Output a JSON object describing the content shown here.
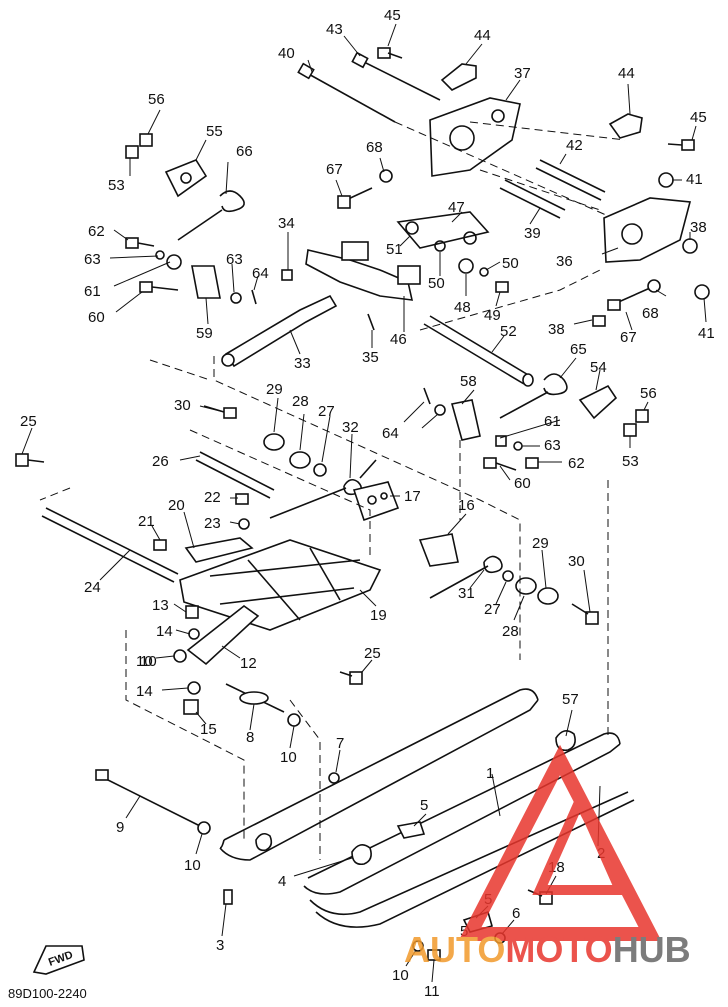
{
  "diagram": {
    "code": "89D100-2240",
    "fwd_label": "FWD",
    "watermark": {
      "part1": "AUTO",
      "part2": "MOTO",
      "part3": "HUB",
      "color_red": "#e8362d",
      "color_orange": "#f19a2b",
      "color_dark": "#666666"
    },
    "labels": [
      "1",
      "2",
      "3",
      "4",
      "5",
      "5",
      "5",
      "6",
      "7",
      "8",
      "9",
      "10",
      "10",
      "10",
      "10",
      "10",
      "11",
      "12",
      "13",
      "14",
      "14",
      "15",
      "16",
      "17",
      "18",
      "19",
      "20",
      "21",
      "22",
      "23",
      "24",
      "25",
      "25",
      "26",
      "27",
      "27",
      "28",
      "28",
      "29",
      "29",
      "30",
      "30",
      "31",
      "32",
      "33",
      "34",
      "35",
      "36",
      "37",
      "38",
      "38",
      "39",
      "40",
      "41",
      "41",
      "42",
      "43",
      "44",
      "44",
      "45",
      "45",
      "46",
      "47",
      "48",
      "49",
      "50",
      "50",
      "51",
      "52",
      "53",
      "53",
      "54",
      "55",
      "56",
      "56",
      "57",
      "58",
      "59",
      "60",
      "60",
      "61",
      "61",
      "62",
      "62",
      "63",
      "63",
      "63",
      "64",
      "64",
      "65",
      "66",
      "67",
      "67",
      "68",
      "68"
    ]
  }
}
